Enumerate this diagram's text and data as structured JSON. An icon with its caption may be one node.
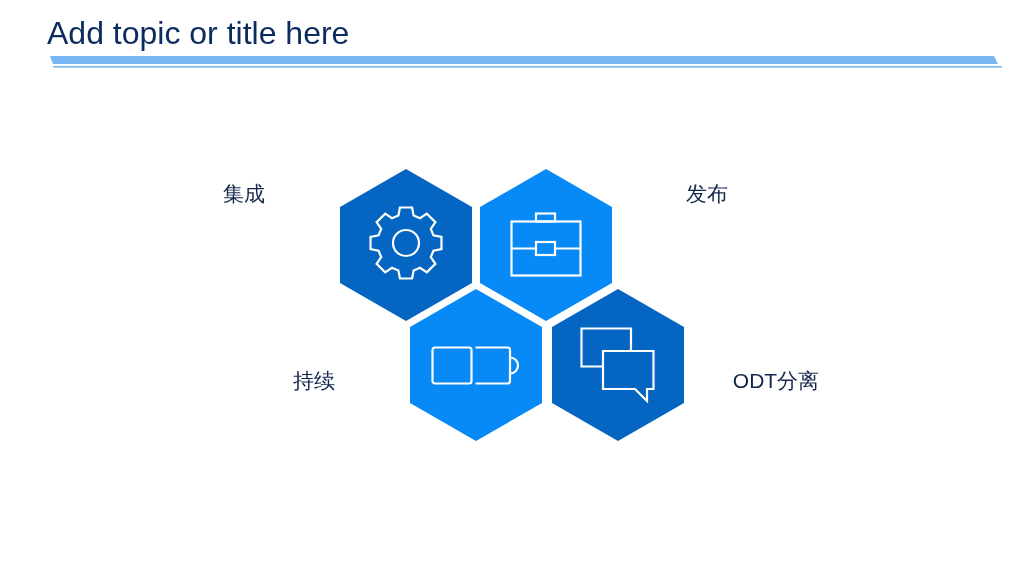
{
  "diagram": {
    "title": "Add topic or title here",
    "nodes": [
      {
        "text": [],
        "shape": "hexagon",
        "beside": [
          "集成"
        ]
      },
      {
        "text": [],
        "shape": "hexagon",
        "beside": [
          "发布"
        ]
      },
      {
        "text": [],
        "shape": "hexagon",
        "beside": [
          "持续"
        ]
      },
      {
        "text": [],
        "shape": "hexagon",
        "beside": [
          "ODT分离"
        ]
      }
    ]
  }
}
